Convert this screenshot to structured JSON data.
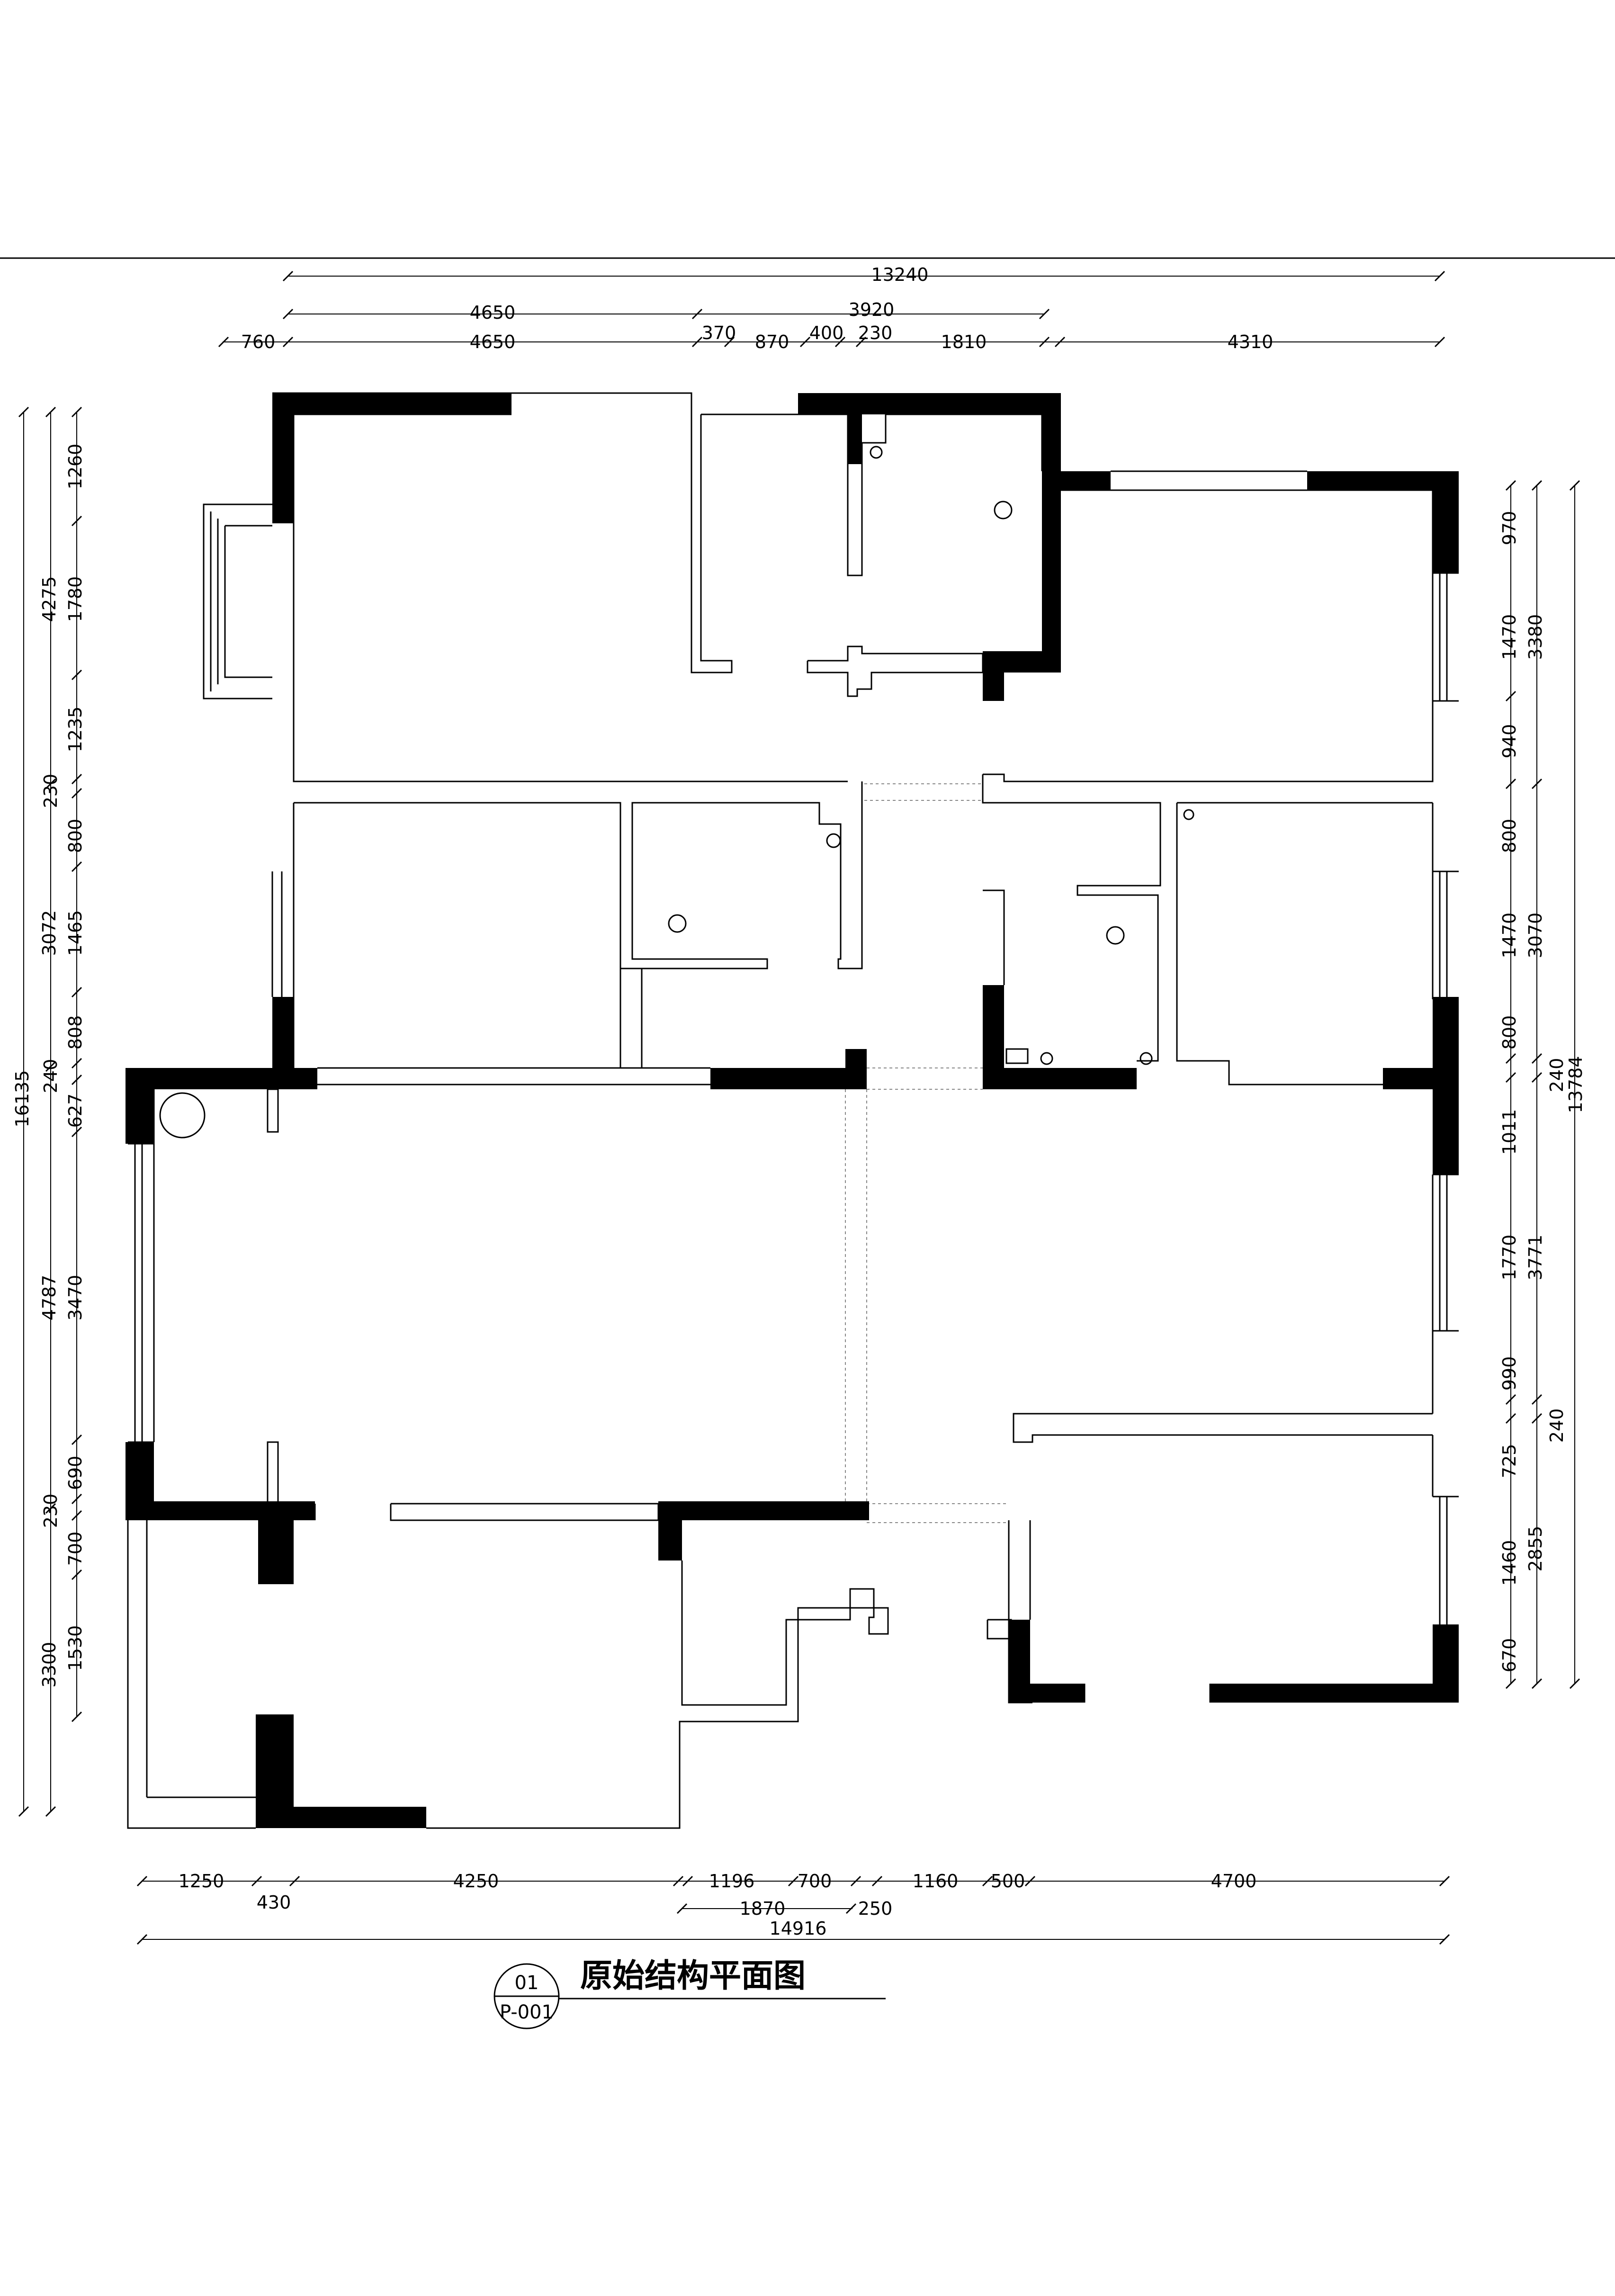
{
  "drawing": {
    "title": "原始结构平面图",
    "number": "01",
    "sheet": "P-001"
  },
  "dimensions": {
    "top_overall": "13240",
    "top_row2": [
      "4650",
      "3920"
    ],
    "top_row3": [
      "760",
      "4650",
      "370",
      "870",
      "400",
      "230",
      "1810",
      "4310"
    ],
    "left_outer": "16135",
    "left_mid": [
      "4275",
      "3072",
      "4787",
      "3300"
    ],
    "left_inner": [
      "1260",
      "1780",
      "1235",
      "230",
      "800",
      "1465",
      "808",
      "240",
      "627",
      "3470",
      "690",
      "230",
      "700",
      "1530"
    ],
    "right_inner": [
      "970",
      "1470",
      "940",
      "800",
      "1470",
      "800",
      "1011",
      "1770",
      "990",
      "725",
      "1460",
      "670"
    ],
    "right_mid": [
      "3380",
      "3070",
      "240",
      "3771",
      "240",
      "2855"
    ],
    "right_outer": "13784",
    "bottom_row1": [
      "1250",
      "4250",
      "1196",
      "700",
      "1160",
      "500",
      "4700"
    ],
    "bottom_row1b": [
      "430"
    ],
    "bottom_row2": [
      "1870",
      "250"
    ],
    "bottom_overall": "14916"
  }
}
